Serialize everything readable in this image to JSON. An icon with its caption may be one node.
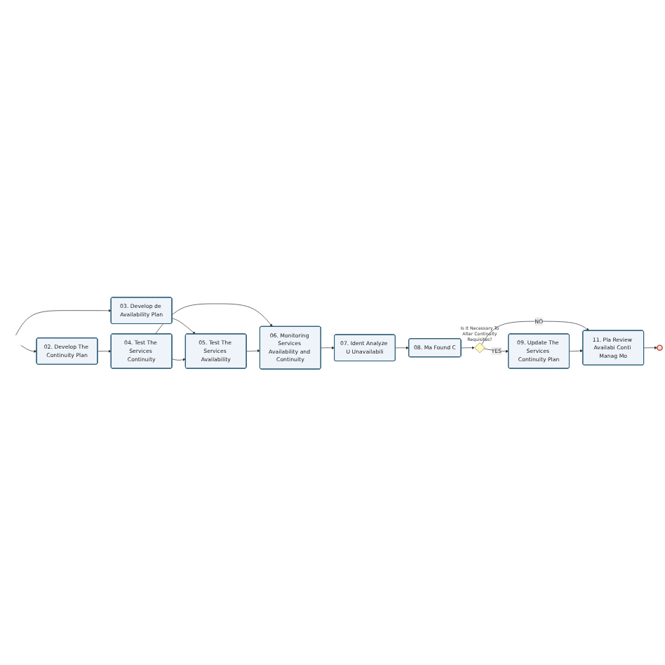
{
  "diagram": {
    "nodes": [
      {
        "text": [
          "02. Develop The Continuity Plan"
        ]
      },
      {
        "text": [
          "03. Develop de Availability Plan"
        ]
      },
      {
        "text": [
          "04. Test The Services Continuity"
        ]
      },
      {
        "text": [
          "05. Test The Services Availability"
        ]
      },
      {
        "text": [
          "06. Monitoring Services Availability and Continuity"
        ]
      },
      {
        "text": [
          "07. Ident Analyze U Unavailabili"
        ]
      },
      {
        "text": [
          "08. Ma Found C"
        ]
      },
      {
        "text": [],
        "shape": "diamond",
        "beside": [
          "Is It Necessary To Alter Continuity Requisites?"
        ]
      },
      {
        "text": [
          "09. Update The Services Continuity Plan"
        ]
      },
      {
        "text": [
          "11. Pla Review Availabi Conti Manag Mo"
        ]
      },
      {
        "text": [],
        "shape": "circle"
      }
    ],
    "edges": [
      {
        "from": null,
        "to": 0,
        "arrow": "to"
      },
      {
        "from": null,
        "to": 1,
        "arrow": "to"
      },
      {
        "from": 0,
        "to": 2,
        "arrow": "to"
      },
      {
        "from": 1,
        "to": 3,
        "arrow": "to"
      },
      {
        "from": 2,
        "to": 3,
        "arrow": "to"
      },
      {
        "from": 2,
        "to": 4,
        "arrow": "to"
      },
      {
        "from": 3,
        "to": 4,
        "arrow": "to"
      },
      {
        "from": 4,
        "to": 5,
        "arrow": "to"
      },
      {
        "from": 5,
        "to": 6,
        "arrow": "to"
      },
      {
        "from": 6,
        "to": 7,
        "arrow": "to"
      },
      {
        "from": 7,
        "to": 8,
        "label": "YES",
        "arrow": "to"
      },
      {
        "from": 7,
        "to": 9,
        "label": "NO",
        "arrow": "to"
      },
      {
        "from": 8,
        "to": 9,
        "arrow": "to"
      },
      {
        "from": 9,
        "to": 10,
        "arrow": "to"
      }
    ]
  }
}
